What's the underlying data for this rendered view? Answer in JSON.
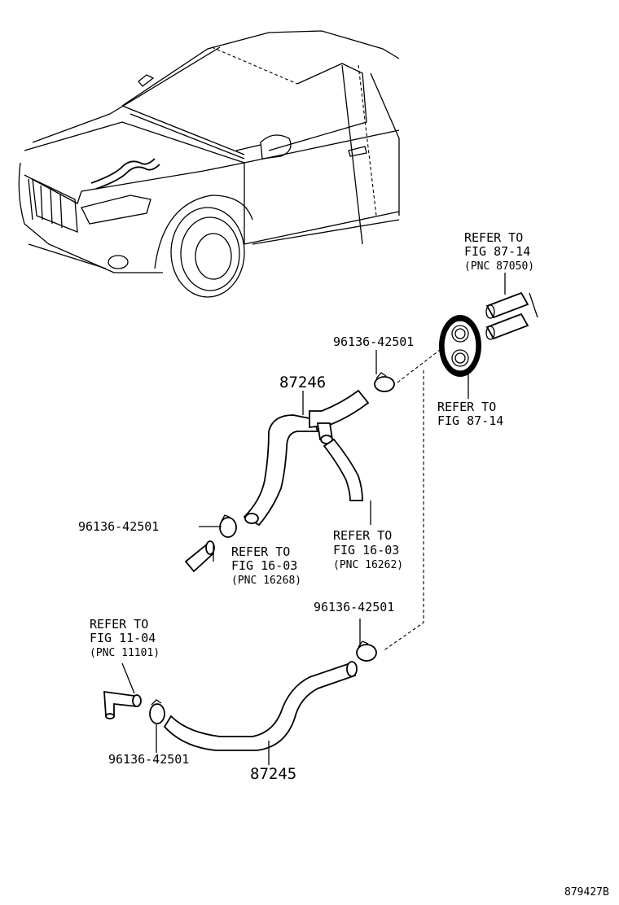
{
  "labels": {
    "part_87246": "87246",
    "part_87245": "87245",
    "clamp_1": "96136-42501",
    "clamp_2": "96136-42501",
    "clamp_3": "96136-42501",
    "clamp_4": "96136-42501",
    "ref_87050": {
      "line1": "REFER TO",
      "line2": "FIG 87-14",
      "line3": "(PNC 87050)"
    },
    "ref_grommet": {
      "line1": "REFER TO",
      "line2": "FIG 87-14"
    },
    "ref_16262": {
      "line1": "REFER TO",
      "line2": "FIG 16-03",
      "line3": "(PNC 16262)"
    },
    "ref_16268": {
      "line1": "REFER TO",
      "line2": "FIG 16-03",
      "line3": "(PNC 16268)"
    },
    "ref_11101": {
      "line1": "REFER TO",
      "line2": "FIG 11-04",
      "line3": "(PNC 11101)"
    },
    "figure_id": "879427B"
  }
}
